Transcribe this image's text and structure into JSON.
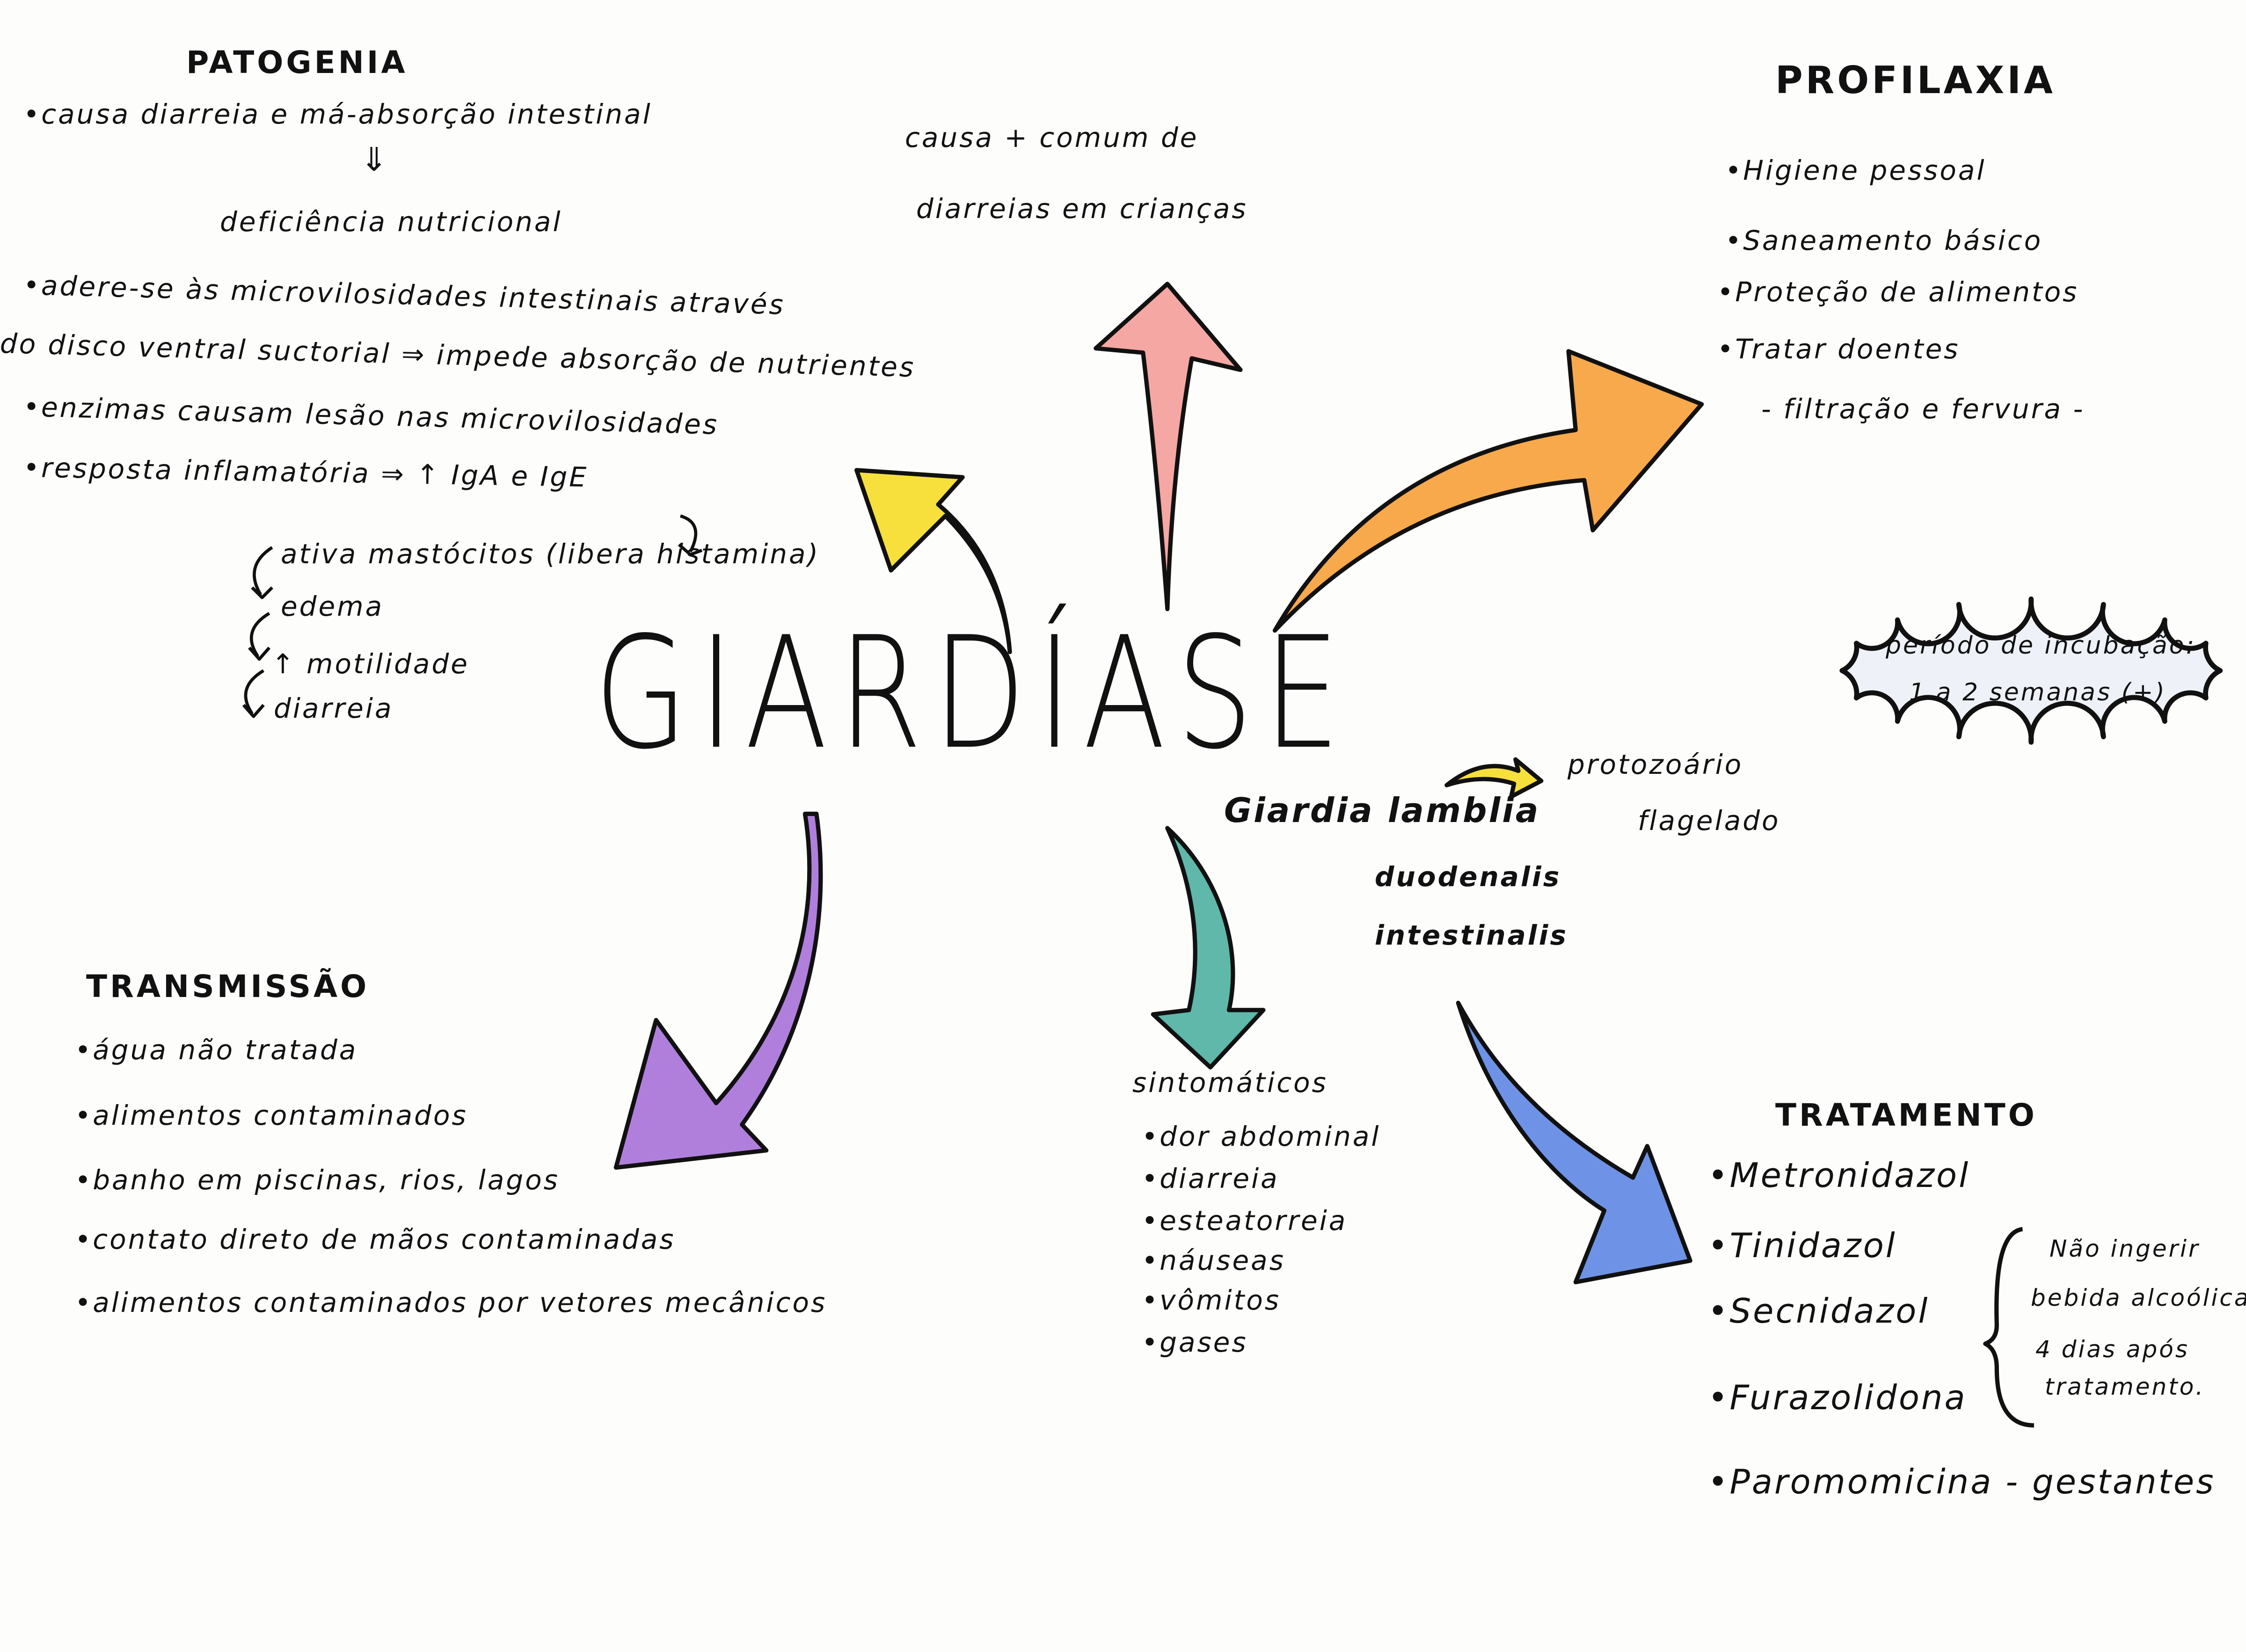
{
  "title": "GIARDÍASE",
  "top_note": {
    "line1": "causa + comum de",
    "line2": "diarreias em crianças"
  },
  "patogenia": {
    "heading": "PATOGENIA",
    "item1": "causa diarreia e má-absorção intestinal",
    "arrow": "⇓",
    "consequence": "deficiência nutricional",
    "item2_line1": "adere-se às microvilosidades intestinais através",
    "item2_line2": "do disco ventral suctorial ⇒ impede absorção de nutrientes",
    "item3": "enzimas causam lesão nas microvilosidades",
    "item4": "resposta inflamatória ⇒ ↑ IgA e IgE",
    "chain": [
      "ativa mastócitos (libera histamina)",
      "edema",
      "↑ motilidade",
      "diarreia"
    ]
  },
  "profilaxia": {
    "heading": "PROFILAXIA",
    "items": [
      "Higiene pessoal",
      "Saneamento básico",
      "Proteção de alimentos",
      "Tratar doentes"
    ],
    "sub": "- filtração e fervura -"
  },
  "incubacao": {
    "line1": "período de incubação:",
    "line2": "1 a 2 semanas (+)"
  },
  "agente": {
    "name": "Giardia lamblia",
    "synonyms": [
      "duodenalis",
      "intestinalis"
    ],
    "type_line1": "protozoário",
    "type_line2": "flagelado"
  },
  "transmissao": {
    "heading": "TRANSMISSÃO",
    "items": [
      "água não tratada",
      "alimentos contaminados",
      "banho em piscinas, rios, lagos",
      "contato direto de mãos contaminadas",
      "alimentos contaminados por vetores mecânicos"
    ]
  },
  "sintomas": {
    "heading": "sintomáticos",
    "items": [
      "dor abdominal",
      "diarreia",
      "esteatorreia",
      "náuseas",
      "vômitos",
      "gases"
    ]
  },
  "tratamento": {
    "heading": "TRATAMENTO",
    "items": [
      "Metronidazol",
      "Tinidazol",
      "Secnidazol",
      "Furazolidona",
      "Paromomicina - gestantes"
    ],
    "note": [
      "Não ingerir",
      "bebida alcoólica",
      "4 dias após",
      "tratamento."
    ]
  },
  "colors": {
    "pink": "#f4a7a3",
    "yellow": "#f7e03c",
    "orange": "#f7a94c",
    "purple": "#b07fdc",
    "teal": "#5fb8aa",
    "blue": "#6e93e6",
    "cloud": "#eef2f8"
  }
}
